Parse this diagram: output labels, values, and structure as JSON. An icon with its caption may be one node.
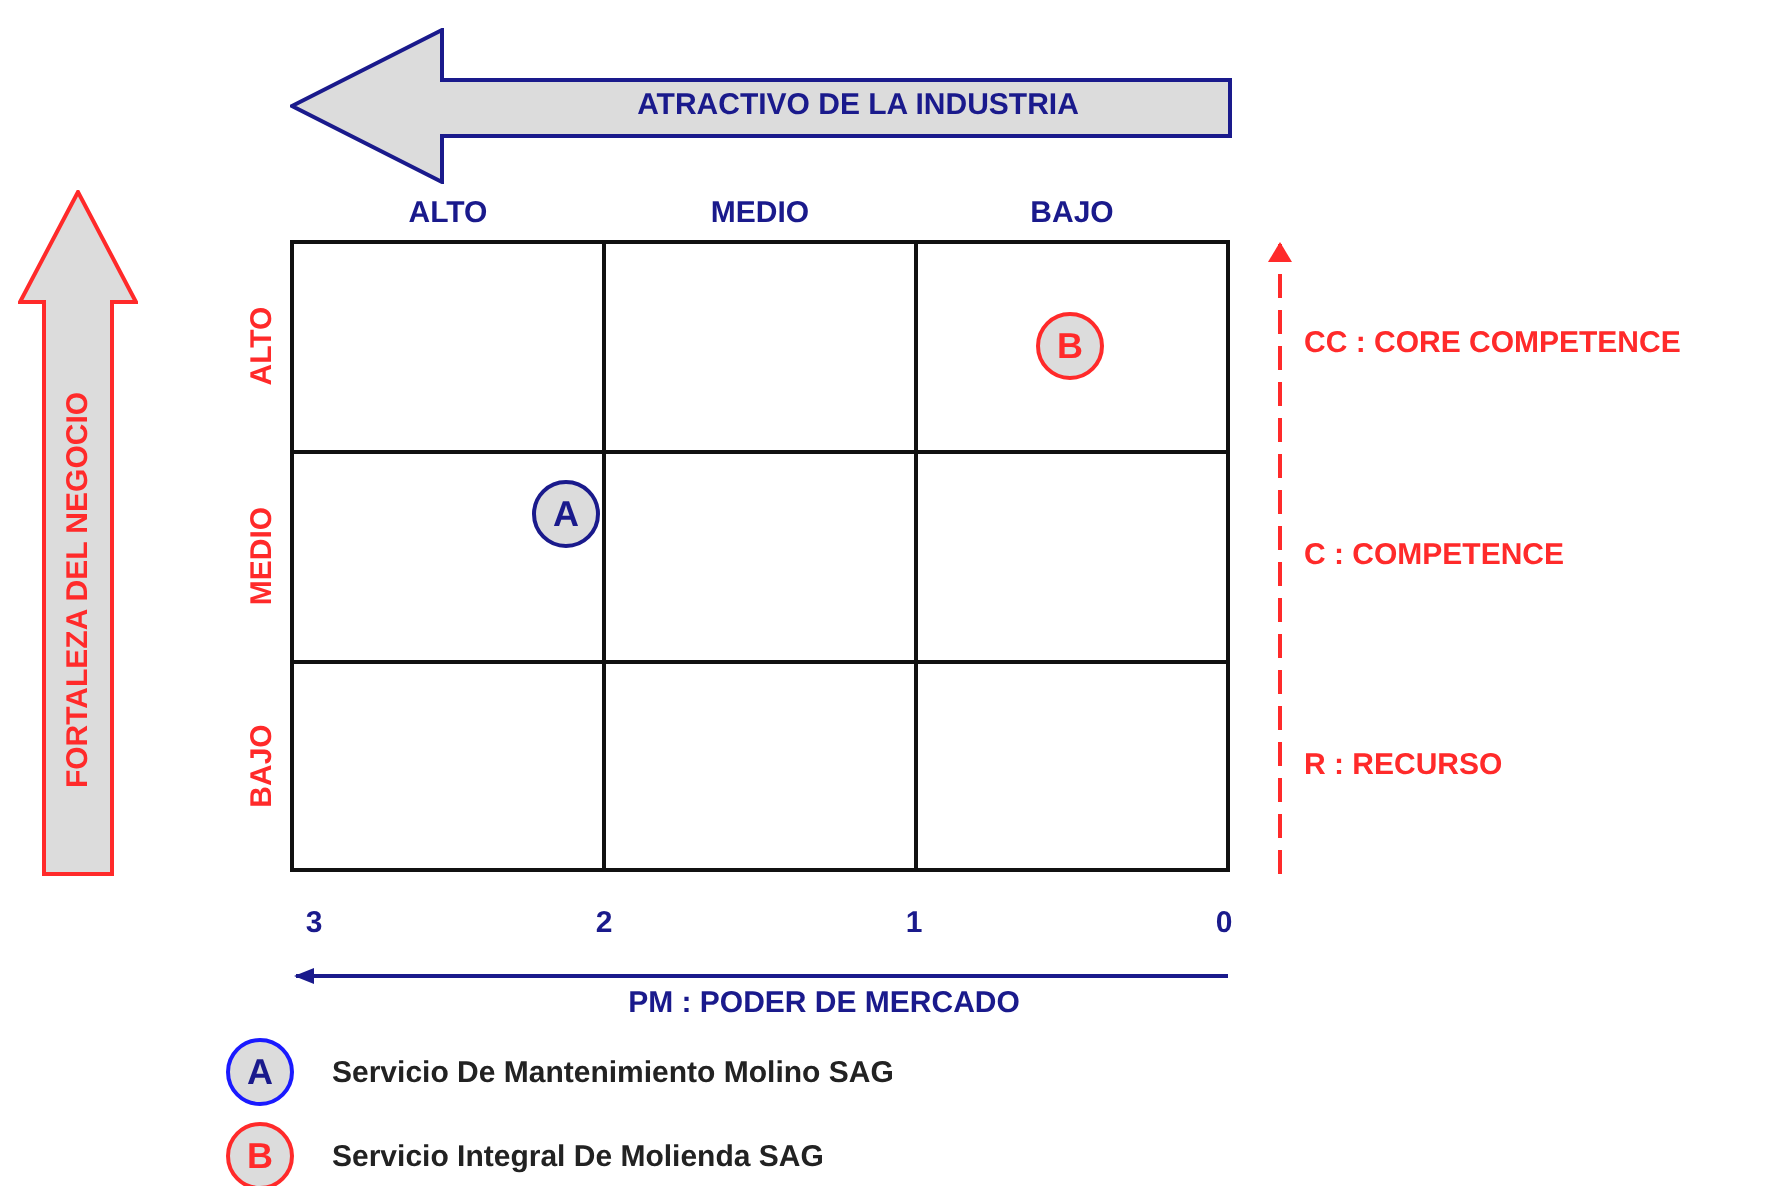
{
  "diagram": {
    "nodes": [
      {
        "text": [
          "ATRACTIVO DE LA INDUSTRIA"
        ]
      },
      {
        "text": [
          "FORTALEZA DEL NEGOCIO"
        ]
      },
      {
        "text": [
          "B"
        ]
      },
      {
        "text": [
          "A"
        ]
      },
      {
        "text": [
          "A"
        ],
        "beside": [
          "Servicio De Mantenimiento Molino SAG"
        ]
      },
      {
        "text": [
          "B"
        ],
        "beside": [
          "Servicio Integral De Molienda SAG"
        ]
      }
    ],
    "edges": [],
    "labels": [
      "ALTO",
      "MEDIO",
      "BAJO",
      "ALTO",
      "CC : CORE COMPETENCE",
      "MEDIO",
      "C : COMPETENCE",
      "BAJO",
      "R : RECURSO",
      "3",
      "2",
      "1",
      "0",
      "PM : PODER DE MERCADO"
    ]
  }
}
